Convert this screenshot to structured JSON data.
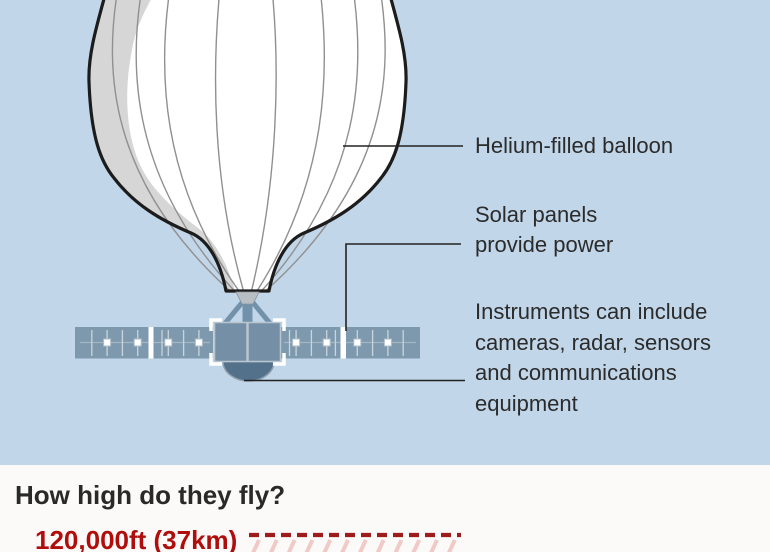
{
  "diagram": {
    "labels": {
      "helium": {
        "text": "Helium-filled balloon"
      },
      "solar": {
        "line1": "Solar panels",
        "line2": "provide power"
      },
      "instruments": {
        "line1": "Instruments can include",
        "line2": "cameras, radar, sensors",
        "line3": "and communications",
        "line4": "equipment"
      }
    },
    "illustration_parts": [
      "helium-balloon",
      "solar-panel-wings",
      "instrument-body",
      "instrument-dome",
      "rigging-cables"
    ]
  },
  "section": {
    "heading": "How high do they fly?",
    "altitude_label": "120,000ft (37km)"
  },
  "colors": {
    "sky": "#C2D6E9",
    "band_bg": "#FBFAF8",
    "panel_blue": "#7E99AD",
    "body_blue": "#7590A6",
    "dome_blue": "#54718C",
    "balloon_shade": "#D6D6D6",
    "label_text": "#2B2B2B",
    "heading_text": "#292929",
    "altitude_red": "#B00D0D",
    "dash_red": "#9C1B1B",
    "hatch_pink": "#F1CAC7"
  }
}
